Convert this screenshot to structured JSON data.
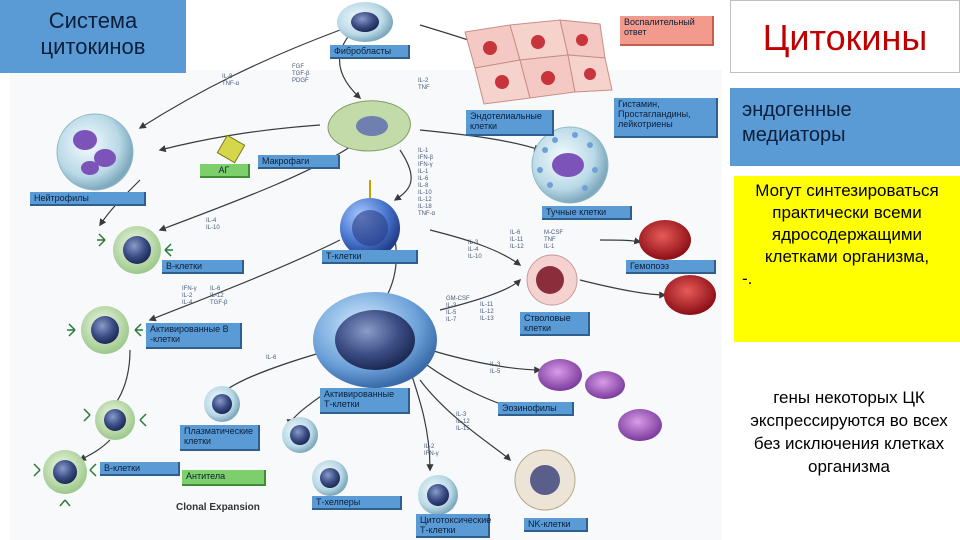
{
  "header": {
    "system_title": "Система цитокинов",
    "main_title": "Цитокины"
  },
  "info_panels": {
    "endogenous": "эндогенные медиаторы",
    "synthesis_text": "Могут синтезироваться практически всеми ядросодержащими клетками организма,",
    "synthesis_trailer": "-.",
    "genes_text": "гены некоторых ЦК экспрессируются во всех без исключения клетках организма"
  },
  "diagram": {
    "colors": {
      "label_blue": "#5b9bd5",
      "label_green": "#7ccf6a",
      "label_salmon": "#f29a8c",
      "accent_red": "#c00000",
      "highlight_yellow": "#ffff00"
    },
    "cell_labels": {
      "fibroblasts": "Фибробласты",
      "inflammatory": "Воспалительный ответ",
      "endothelial": "Эндотелиальные клетки",
      "histamine": "Гистамин, Простагландины, лейкотриены",
      "ag": "АГ",
      "macrophages": "Макрофаги",
      "neutrophils": "Нейтрофилы",
      "mast_cells": "Тучные клетки",
      "t_cells": "Т-клетки",
      "b_cells_top": "В-клетки",
      "hematopoiesis": "Гемопоэз",
      "activated_b": "Активированные В -клетки",
      "stem_cells": "Стволовые клетки",
      "activated_t": "Активированные Т-клетки",
      "eosinophils": "Эозинофилы",
      "plasma_cells": "Плазматические клетки",
      "b_cells_bottom": "В-клетки",
      "antibodies": "Антитела",
      "t_helpers": "Т-хелперы",
      "cytotoxic_t": "Цитотоксические Т-клетки",
      "nk_cells": "NK-клетки",
      "clonal_expansion": "Clonal Expansion"
    },
    "cytokine_groups": {
      "il8_tnf": "IL-8\nTNF-α",
      "fibro_factors": "FGF\nTGF-β\nPDGF",
      "il2_tnf": "IL-2\nTNF",
      "macro_list": "IL-1\nIFN-β\nIFN-γ\nIL-1\nIL-6\nIL-8\nIL-10\nIL-12\nIL-18\nTNF-α",
      "il4_il10": "IL-4\nIL-10",
      "mast_list": "IL-3\nIL-4\nIL-10",
      "mast_list2": "IL-6\nIL-11\nIL-12",
      "mcsf": "M-CSF\nTNF\nIL-1",
      "b_list": "IFN-γ\nIL-2\nIL-4",
      "b_list2": "IL-6\nIL-12\nTGF-β",
      "stem_list": "GM-CSF\nIL-3\nIL-5\nIL-7",
      "stem_list2": "IL-11\nIL-12\nIL-13",
      "il6": "IL-6",
      "il3_il5": "IL-3\nIL-5",
      "act_t_list": "IL-3\nIL-12\nIL-15",
      "il2_ifn": "IL-2\nIFN-γ"
    }
  }
}
